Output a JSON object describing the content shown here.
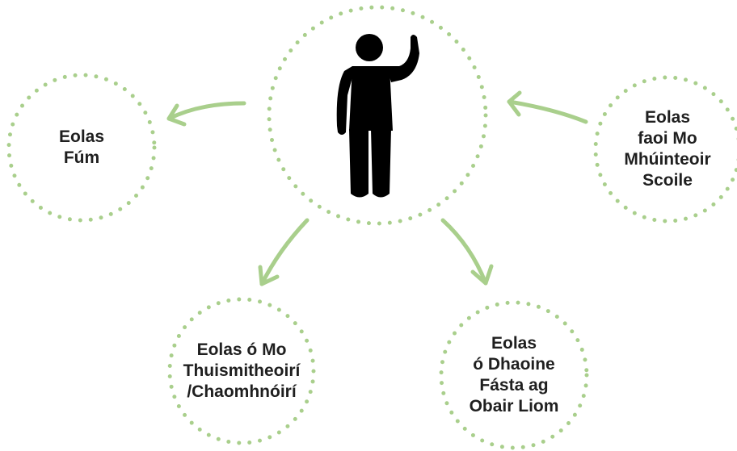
{
  "colors": {
    "dots": "#a9cf8c",
    "arrows": "#a9cf8c",
    "figure": "#000000",
    "text": "#1f1f1f"
  },
  "center": {
    "icon": "person-waving-icon"
  },
  "nodes": {
    "about_me": {
      "lines": [
        "Eolas",
        "Fúm"
      ]
    },
    "teacher": {
      "lines": [
        "Eolas",
        "faoi Mo",
        "Mhúinteoir",
        "Scoile"
      ]
    },
    "parents": {
      "lines": [
        "Eolas ó Mo",
        "Thuismitheoirí",
        "/Chaomhnóirí"
      ]
    },
    "adults": {
      "lines": [
        "Eolas",
        "ó Dhaoine",
        "Fásta ag",
        "Obair Liom"
      ]
    }
  }
}
